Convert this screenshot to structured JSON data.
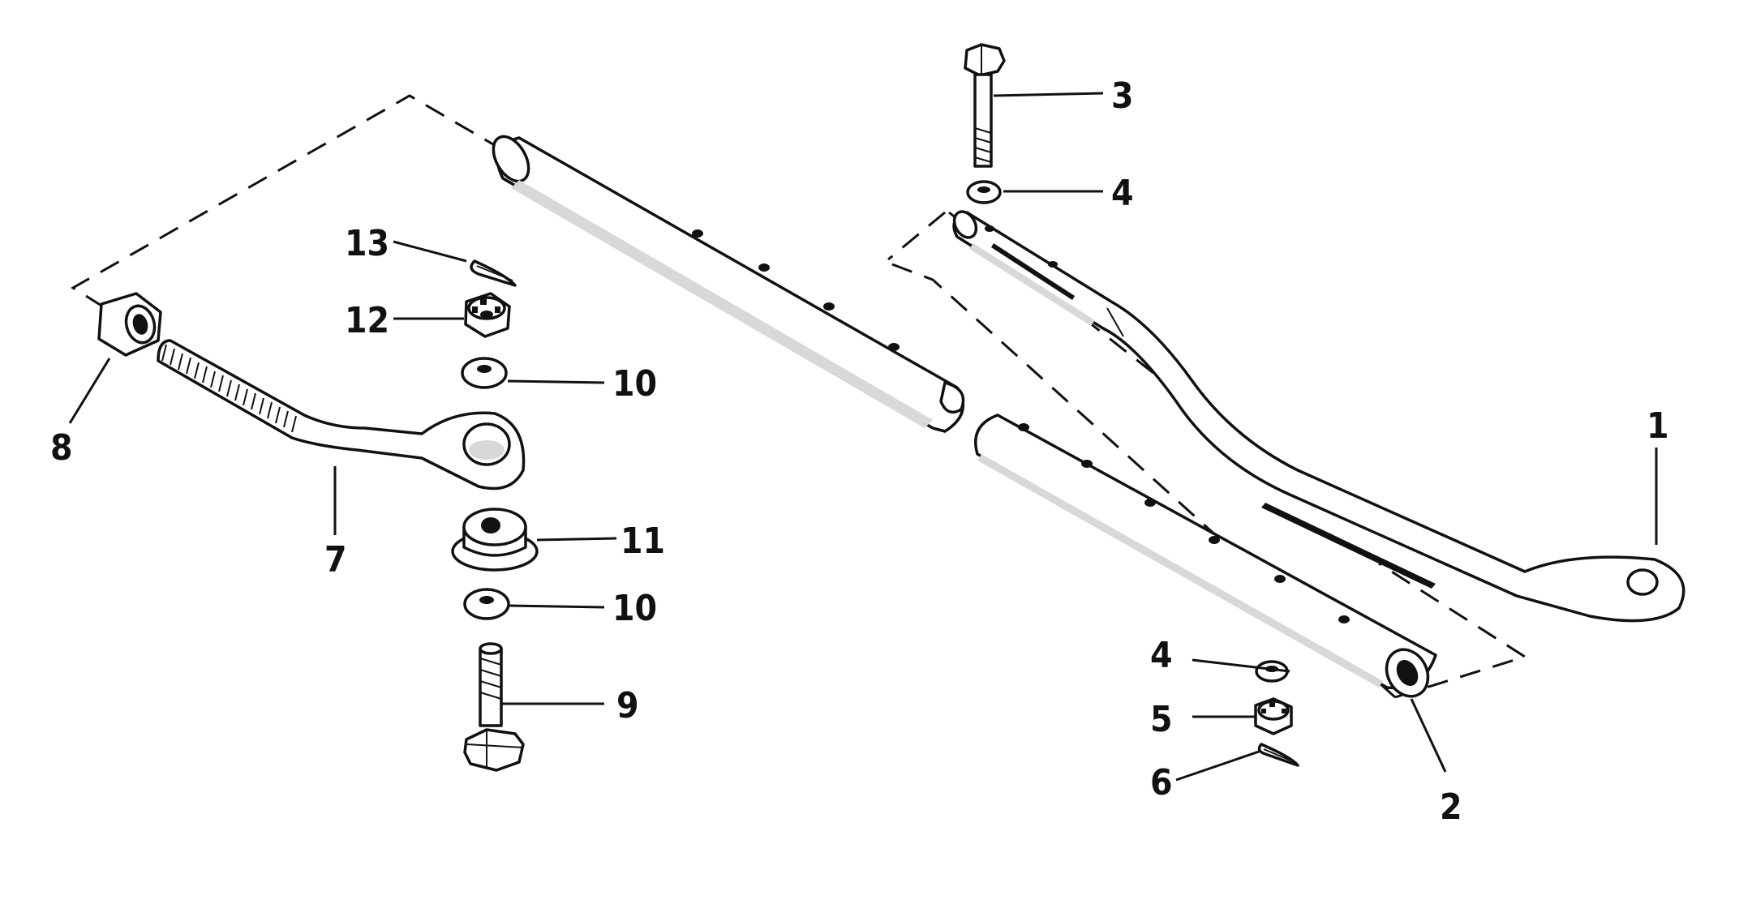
{
  "diagram": {
    "callouts": [
      "1",
      "2",
      "3",
      "4",
      "4",
      "5",
      "6",
      "7",
      "8",
      "9",
      "10",
      "10",
      "11",
      "12",
      "13"
    ]
  }
}
